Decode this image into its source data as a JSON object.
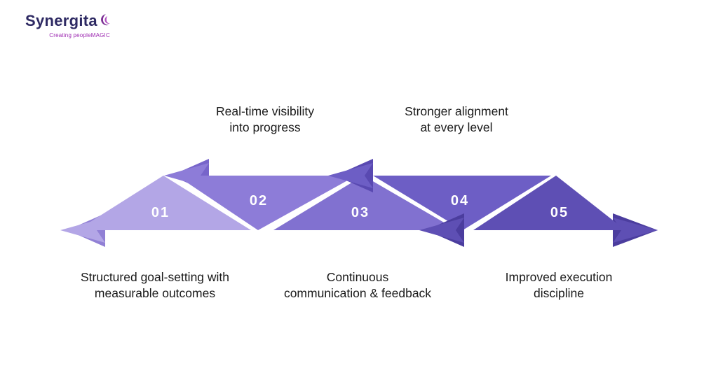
{
  "brand": {
    "name": "Synergita",
    "tagline": "Creating peopleMAGIC"
  },
  "diagram": {
    "type": "zigzag-arrow-process-flow",
    "number_color": "#ffffff",
    "label_color": "#1a1a1a",
    "background": "#ffffff",
    "steps": [
      {
        "number": "01",
        "label": "Structured goal-setting with measurable outcomes",
        "line1": "Structured goal-setting with",
        "line2": "measurable outcomes",
        "label_position": "below",
        "color": "#b3a6e6",
        "fold_color": "#9180d5"
      },
      {
        "number": "02",
        "label": "Real-time visibility into progress",
        "line1": "Real-time visibility",
        "line2": "into progress",
        "label_position": "above",
        "color": "#8d7cd8",
        "fold_color": "#7765ca"
      },
      {
        "number": "03",
        "label": "Continuous communication & feedback",
        "line1": "Continuous",
        "line2": "communication & feedback",
        "label_position": "below",
        "color": "#8171d0",
        "fold_color": "#6b59c2"
      },
      {
        "number": "04",
        "label": "Stronger alignment at every level",
        "line1": "Stronger alignment",
        "line2": "at every level",
        "label_position": "above",
        "color": "#6d5ec5",
        "fold_color": "#5949b1"
      },
      {
        "number": "05",
        "label": "Improved execution discipline",
        "line1": "Improved execution",
        "line2": "discipline",
        "label_position": "below",
        "color": "#5e4fb4",
        "fold_color": "#4b3d9e"
      }
    ]
  }
}
